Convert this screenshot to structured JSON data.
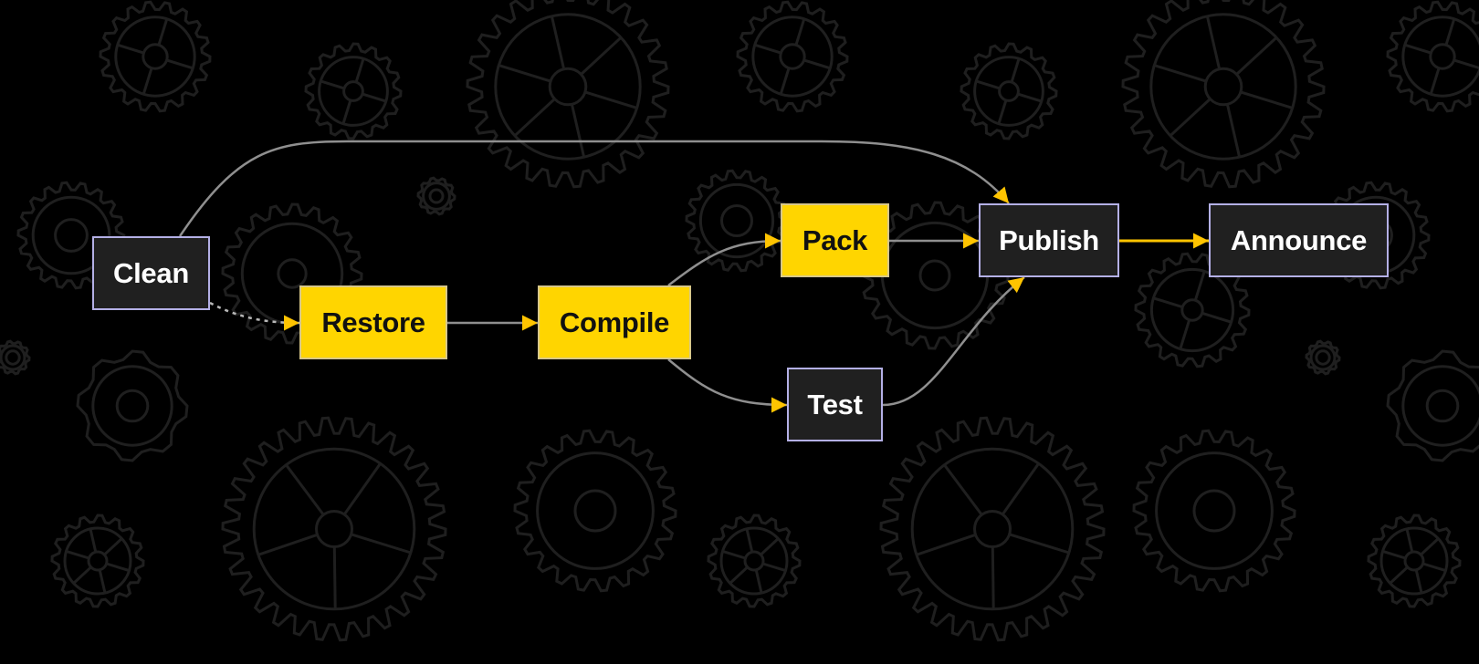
{
  "diagram": {
    "type": "flowchart",
    "background_color": "#000000",
    "background_pattern": "gear-icons",
    "colors": {
      "highlight_node": "#ffd500",
      "plain_node": "#202020",
      "node_border": "#b4b0e6",
      "edge": "#8f8f8f",
      "highlight_edge": "#ffc400"
    },
    "nodes": {
      "clean": {
        "label": "Clean",
        "style": "dark"
      },
      "restore": {
        "label": "Restore",
        "style": "yellow"
      },
      "compile": {
        "label": "Compile",
        "style": "yellow"
      },
      "pack": {
        "label": "Pack",
        "style": "yellow"
      },
      "test": {
        "label": "Test",
        "style": "dark"
      },
      "publish": {
        "label": "Publish",
        "style": "dark"
      },
      "announce": {
        "label": "Announce",
        "style": "dark"
      }
    },
    "edges": [
      {
        "from": "clean",
        "to": "publish",
        "style": "solid"
      },
      {
        "from": "clean",
        "to": "restore",
        "style": "dotted"
      },
      {
        "from": "restore",
        "to": "compile",
        "style": "solid"
      },
      {
        "from": "compile",
        "to": "pack",
        "style": "solid"
      },
      {
        "from": "compile",
        "to": "test",
        "style": "solid"
      },
      {
        "from": "pack",
        "to": "publish",
        "style": "solid"
      },
      {
        "from": "test",
        "to": "publish",
        "style": "solid"
      },
      {
        "from": "publish",
        "to": "announce",
        "style": "highlighted"
      }
    ]
  }
}
